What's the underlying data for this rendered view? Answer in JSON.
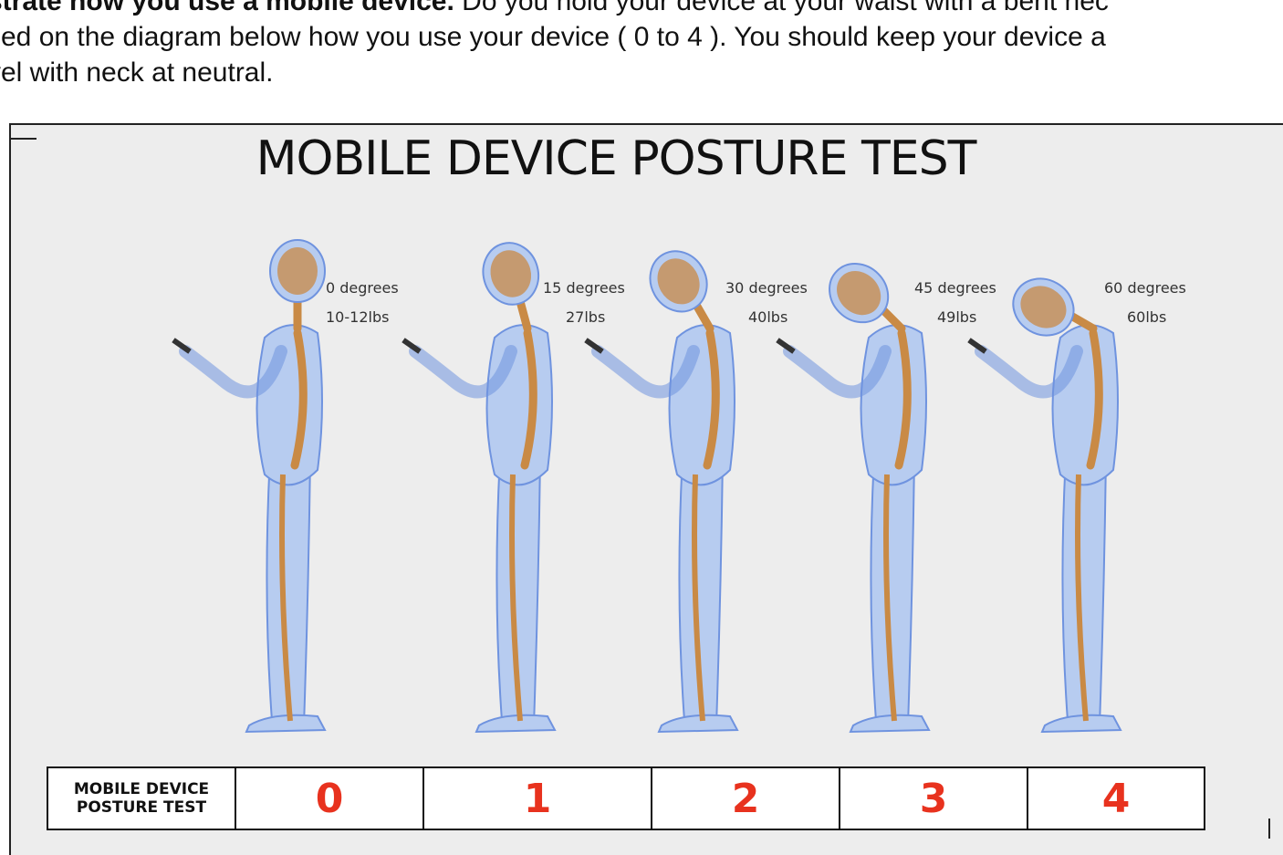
{
  "intro": {
    "line1_bold": "strate how you use a mobile device.",
    "line1_rest": " Do you hold your device at your waist with a bent nec",
    "line2": "sed on the diagram below how you use your device ( 0 to 4 ). You should keep your device a",
    "line3": "vel with neck at neutral."
  },
  "figure": {
    "title": "MOBILE DEVICE POSTURE TEST",
    "postures": [
      {
        "angle_label": "0 degrees",
        "weight_label": "10-12lbs",
        "neck_angle_deg": 0
      },
      {
        "angle_label": "15 degrees",
        "weight_label": "27lbs",
        "neck_angle_deg": 15
      },
      {
        "angle_label": "30 degrees",
        "weight_label": "40lbs",
        "neck_angle_deg": 30
      },
      {
        "angle_label": "45 degrees",
        "weight_label": "49lbs",
        "neck_angle_deg": 45
      },
      {
        "angle_label": "60 degrees",
        "weight_label": "60lbs",
        "neck_angle_deg": 60
      }
    ],
    "colors": {
      "body": "#b7ccf0",
      "body_outline": "#6f93df",
      "bone": "#c98a45",
      "score": "#e8321e"
    }
  },
  "rating_table": {
    "header_line1": "MOBILE DEVICE",
    "header_line2": "POSTURE TEST",
    "scores": [
      "0",
      "1",
      "2",
      "3",
      "4"
    ]
  }
}
